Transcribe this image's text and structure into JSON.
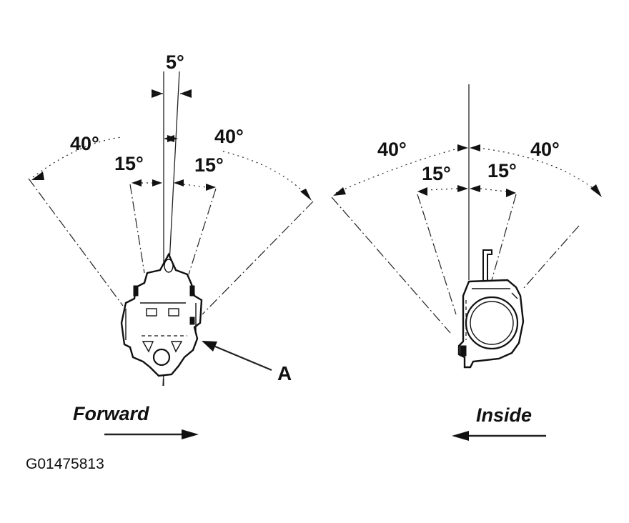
{
  "left_view": {
    "angles": {
      "top": "5°",
      "outer_left": "40°",
      "inner_left": "15°",
      "inner_right": "15°",
      "outer_right": "40°"
    },
    "callout": "A",
    "direction": "Forward"
  },
  "right_view": {
    "angles": {
      "outer_left": "40°",
      "inner_left": "15°",
      "inner_right": "15°",
      "outer_right": "40°"
    },
    "direction": "Inside"
  },
  "figure_code": "G01475813"
}
